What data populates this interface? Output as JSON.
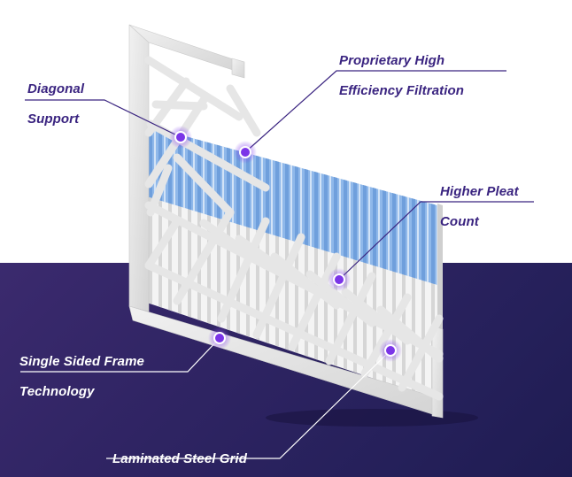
{
  "callouts": {
    "diagonal_support": {
      "line1": "Diagonal",
      "line2": "Support"
    },
    "filtration": {
      "line1": "Proprietary High",
      "line2": "Efficiency Filtration"
    },
    "pleat_count": {
      "line1": "Higher Pleat",
      "line2": "Count"
    },
    "frame": {
      "line1": "Single Sided Frame",
      "line2": "Technology"
    },
    "grid": {
      "line1": "Laminated Steel Grid"
    }
  },
  "colors": {
    "accent_purple": "#7b35e8",
    "label_dark": "#3a2480",
    "bottom_band": "#2f2463",
    "pleat_blue": "#8fb8ea",
    "frame_gray": "#e4e4e4"
  }
}
